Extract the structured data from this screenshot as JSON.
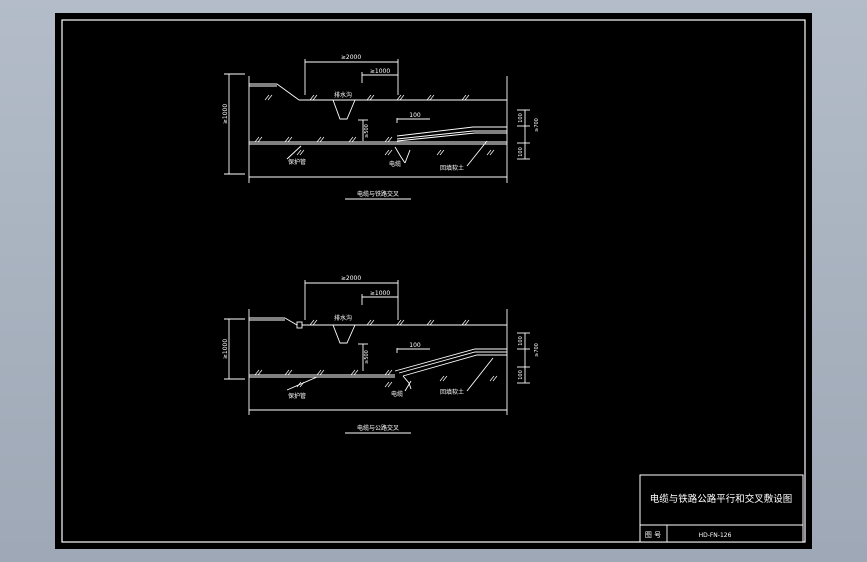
{
  "drawing": {
    "top_view": {
      "dim_width": "≥2000",
      "dim_offset": "≥1000",
      "dim_height": "≥1000",
      "dim_depth": "≥500",
      "dim_pipe": "100",
      "dim_top": "100",
      "dim_cover": "≥700",
      "dim_bottom": "100",
      "label_ditch": "排水沟",
      "label_pipe": "保护管",
      "label_cable": "电缆",
      "label_soil": "回填软土",
      "caption": "电缆与铁路交叉"
    },
    "bottom_view": {
      "dim_width": "≥2000",
      "dim_offset": "≥1000",
      "dim_height": "≥1000",
      "dim_depth": "≥500",
      "dim_pipe": "100",
      "dim_top": "100",
      "dim_cover": "≥700",
      "dim_bottom": "100",
      "label_ditch": "排水沟",
      "label_pipe": "保护管",
      "label_cable": "电缆",
      "label_soil": "回填软土",
      "caption": "电缆与公路交叉"
    },
    "title_block": {
      "title": "电缆与铁路公路平行和交叉敷设图",
      "label": "图 号",
      "number": "HD-FN-126"
    }
  }
}
